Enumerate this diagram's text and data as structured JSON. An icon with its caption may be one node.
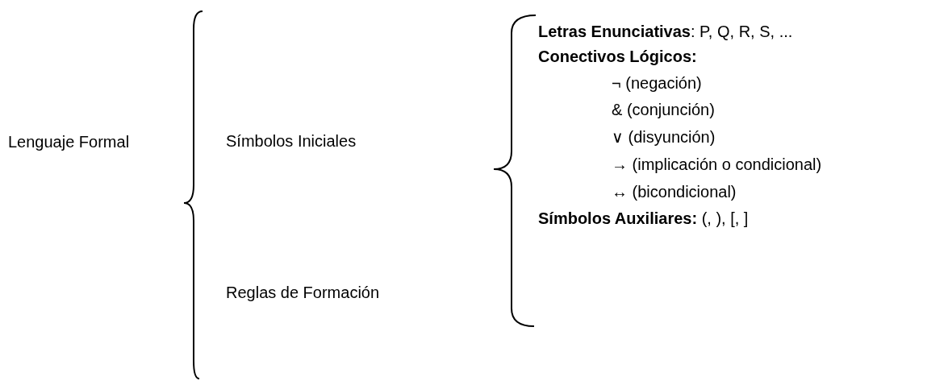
{
  "diagram": {
    "labels": [
      "Lenguaje Formal",
      "Símbolos Iniciales",
      "Reglas de Formación",
      "**Letras Enunciativas**: P, Q, R, S, ...",
      "Conectivos Lógicos:",
      "¬ (negación)",
      "& (conjunción)",
      "∨ (disyunción)",
      "→ (implicación o condicional)",
      "↔ (bicondicional)",
      "**Símbolos Auxiliares:** (, ), [, ]"
    ]
  }
}
